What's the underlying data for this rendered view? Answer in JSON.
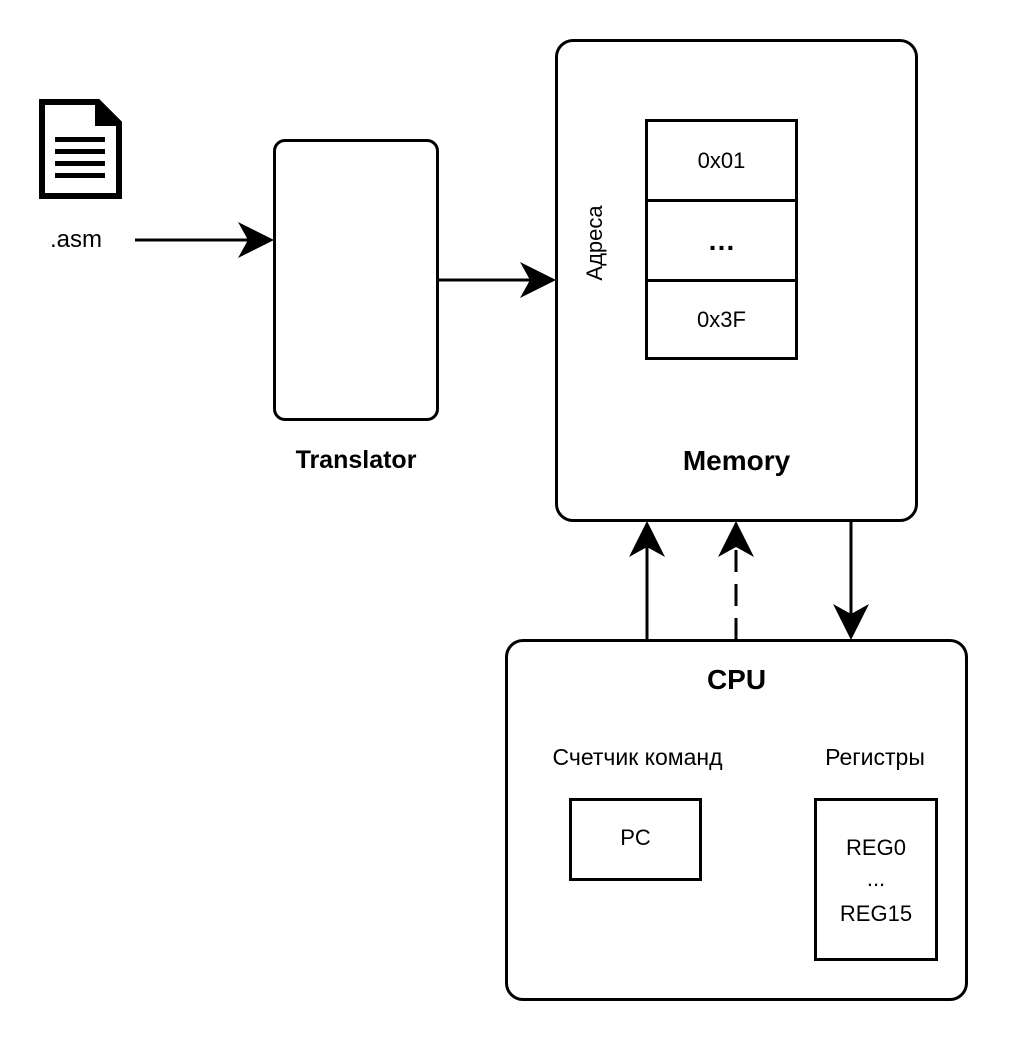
{
  "file": {
    "icon": "document-icon",
    "label": ".asm"
  },
  "translator": {
    "label": "Translator"
  },
  "memory": {
    "title": "Memory",
    "address_label": "Адреса",
    "cells": [
      "0x01",
      "…",
      "0x3F"
    ]
  },
  "cpu": {
    "title": "CPU",
    "pc_section_label": "Счетчик команд",
    "pc_label": "PC",
    "registers_section_label": "Регистры",
    "registers": [
      "REG0",
      "...",
      "REG15"
    ]
  }
}
